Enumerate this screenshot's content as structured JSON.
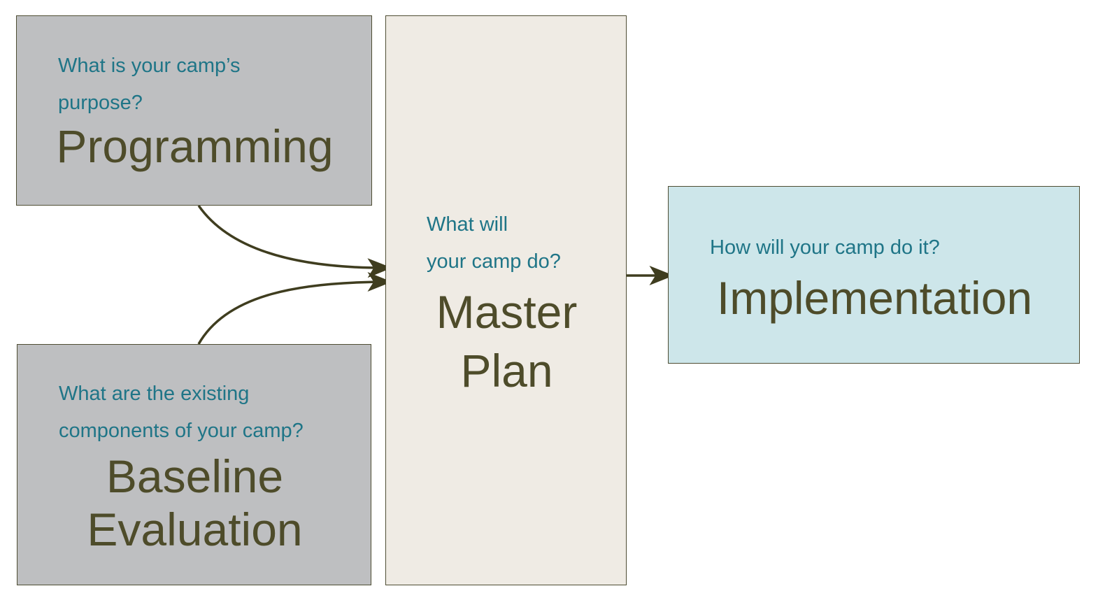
{
  "colors": {
    "gray_box": "#bebfc1",
    "master_box": "#efebe4",
    "impl_box": "#cde6ea",
    "question_text": "#1f7587",
    "title_text": "#4e4c2a",
    "border": "#4e4d33",
    "arrow": "#3f3d1f"
  },
  "programming": {
    "question_line1": "What is your camp’s",
    "question_line2": "purpose?",
    "title": "Programming"
  },
  "baseline": {
    "question_line1": "What are the existing",
    "question_line2": "components of your camp?",
    "title_line1": "Baseline",
    "title_line2": "Evaluation"
  },
  "master_plan": {
    "question_line1": "What will",
    "question_line2": "your camp do?",
    "title_line1": "Master",
    "title_line2": "Plan"
  },
  "implementation": {
    "question": "How will your camp do it?",
    "title": "Implementation"
  }
}
